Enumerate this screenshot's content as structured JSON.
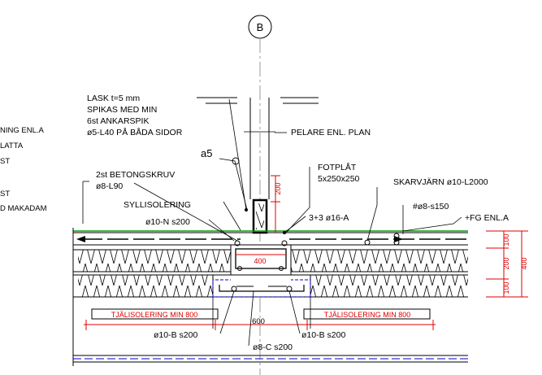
{
  "grid_label": "B",
  "left_notes": [
    "NING ENL.A",
    "LATTA",
    "ST",
    "ST",
    "D MAKADAM"
  ],
  "labels": {
    "lask_1": "LASK t=5 mm",
    "lask_2": "SPIKAS MED MIN",
    "lask_3": "6st ANKARSPIK",
    "lask_4": "ø5-L40 PÅ BÅDA SIDOR",
    "pelare": "PELARE ENL. PLAN",
    "weld": "a5",
    "fotplat_1": "FOTPLÅT",
    "fotplat_2": "5x250x250",
    "betongskruv_1": "2st BETONGSKRUV",
    "betongskruv_2": "ø8-L90",
    "skarvjarn": "SKARVJÄRN ø10-L2000",
    "syllisolering": "SYLLISOLERING",
    "n_bars": "ø10-N s200",
    "a_bars": "3+3 ø16-A",
    "mesh": "#ø8-s150",
    "fg": "+FG ENL.A",
    "b_bars_left": "ø10-B s200",
    "b_bars_right": "ø10-B s200",
    "c_bars": "ø8-C s200"
  },
  "dimensions": {
    "pedestal_height": "200",
    "pedestal_width": "400",
    "footing_width": "600",
    "right_top": "100",
    "right_mid": "200",
    "right_bottom": "100",
    "right_total": "400"
  },
  "frost_insulation": {
    "left": "TJÄLISOLERING MIN 800",
    "right": "TJÄLISOLERING MIN 800"
  },
  "colors": {
    "red": "#e00000",
    "green": "#00a000",
    "blue": "#0000cc",
    "grey": "#9a9a9a"
  }
}
